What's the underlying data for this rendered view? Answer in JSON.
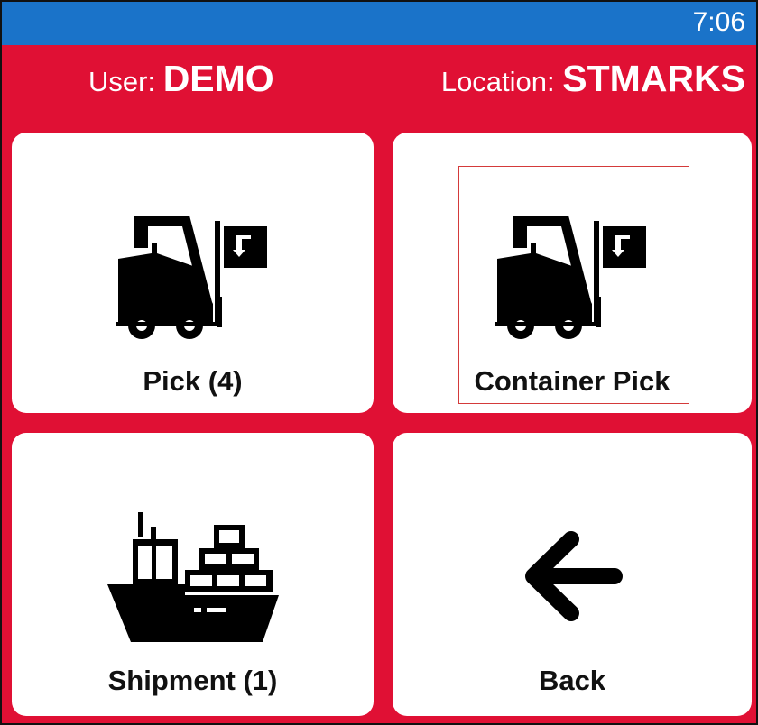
{
  "status_bar": {
    "time": "7:06"
  },
  "header": {
    "user_label": "User:",
    "user_value": "DEMO",
    "location_label": "Location:",
    "location_value": "STMARKS"
  },
  "tiles": {
    "pick": {
      "label": "Pick (4)",
      "icon": "forklift-icon"
    },
    "container_pick": {
      "label": "Container Pick",
      "icon": "forklift-icon",
      "focused": true
    },
    "shipment": {
      "label": "Shipment (1)",
      "icon": "cargo-ship-icon"
    },
    "back": {
      "label": "Back",
      "icon": "arrow-left-icon"
    }
  },
  "colors": {
    "background": "#e01034",
    "status_bar": "#1a73c9",
    "tile": "#ffffff",
    "text_dark": "#111111",
    "focus_ring": "#d43a3a"
  }
}
